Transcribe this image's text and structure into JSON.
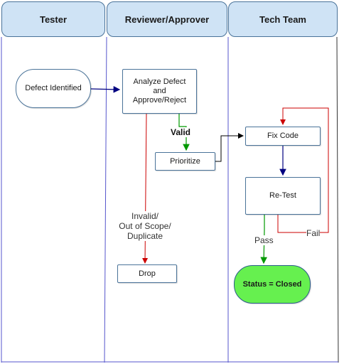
{
  "lanes": [
    {
      "title": "Tester"
    },
    {
      "title": "Reviewer/Approver"
    },
    {
      "title": "Tech Team"
    }
  ],
  "nodes": {
    "defect_identified": "Defect Identified",
    "analyze_line1": "Analyze Defect",
    "analyze_line2": "and",
    "analyze_line3": "Approve/Reject",
    "prioritize": "Prioritize",
    "fix_code": "Fix Code",
    "retest": "Re-Test",
    "drop": "Drop",
    "status_closed": "Status = Closed"
  },
  "edges": {
    "valid": "Valid",
    "invalid_line1": "Invalid/",
    "invalid_line2": "Out of Scope/",
    "invalid_line3": "Duplicate",
    "pass": "Pass",
    "fail": "Fail"
  },
  "colors": {
    "lane_header_fill": "#cfe3f5",
    "node_border": "#4a7399",
    "closed_fill": "#66f04f",
    "arrow_navy": "#000080",
    "arrow_green": "#009900",
    "arrow_red": "#cc0000",
    "arrow_black": "#000000",
    "lane_divider": "#5555cc"
  }
}
